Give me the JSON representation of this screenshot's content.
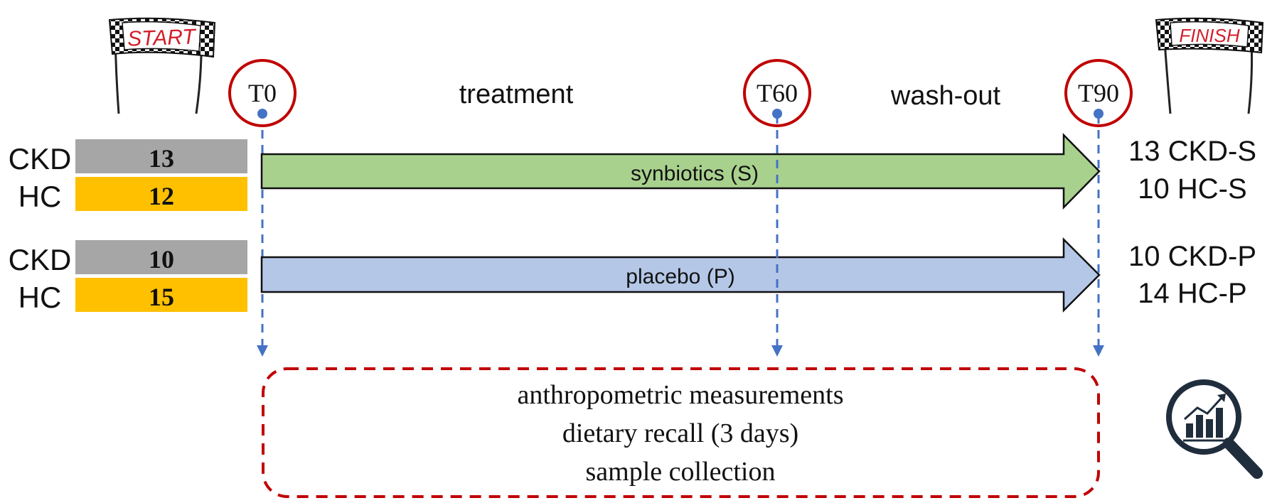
{
  "flags": {
    "start_label": "START",
    "finish_label": "FINISH"
  },
  "timepoints": {
    "t0": "T0",
    "t60": "T60",
    "t90": "T90"
  },
  "phases": {
    "treatment": "treatment",
    "washout": "wash-out"
  },
  "groups": {
    "synbiotics": {
      "ckd_label": "CKD",
      "ckd_count": "13",
      "hc_label": "HC",
      "hc_count": "12",
      "arrow_label": "synbiotics (S)",
      "outcome_ckd": "13 CKD-S",
      "outcome_hc": "10 HC-S"
    },
    "placebo": {
      "ckd_label": "CKD",
      "ckd_count": "10",
      "hc_label": "HC",
      "hc_count": "15",
      "arrow_label": "placebo (P)",
      "outcome_ckd": "10 CKD-P",
      "outcome_hc": "14 HC-P"
    }
  },
  "procedures": [
    "anthropometric measurements",
    "dietary recall (3 days)",
    "sample collection"
  ],
  "icons": {
    "analysis": "analysis-magnifier-chart-icon",
    "start": "start-flag-icon",
    "finish": "finish-flag-icon"
  },
  "colors": {
    "ckd_box": "#a6a6a6",
    "hc_box": "#ffc000",
    "synbiotics_arrow": "#a9d18e",
    "placebo_arrow": "#b4c7e7",
    "timeline_blue": "#4472c4",
    "circle_red": "#c00000",
    "dashed_box_red": "#c00000",
    "icon_navy": "#1f2d3d"
  }
}
